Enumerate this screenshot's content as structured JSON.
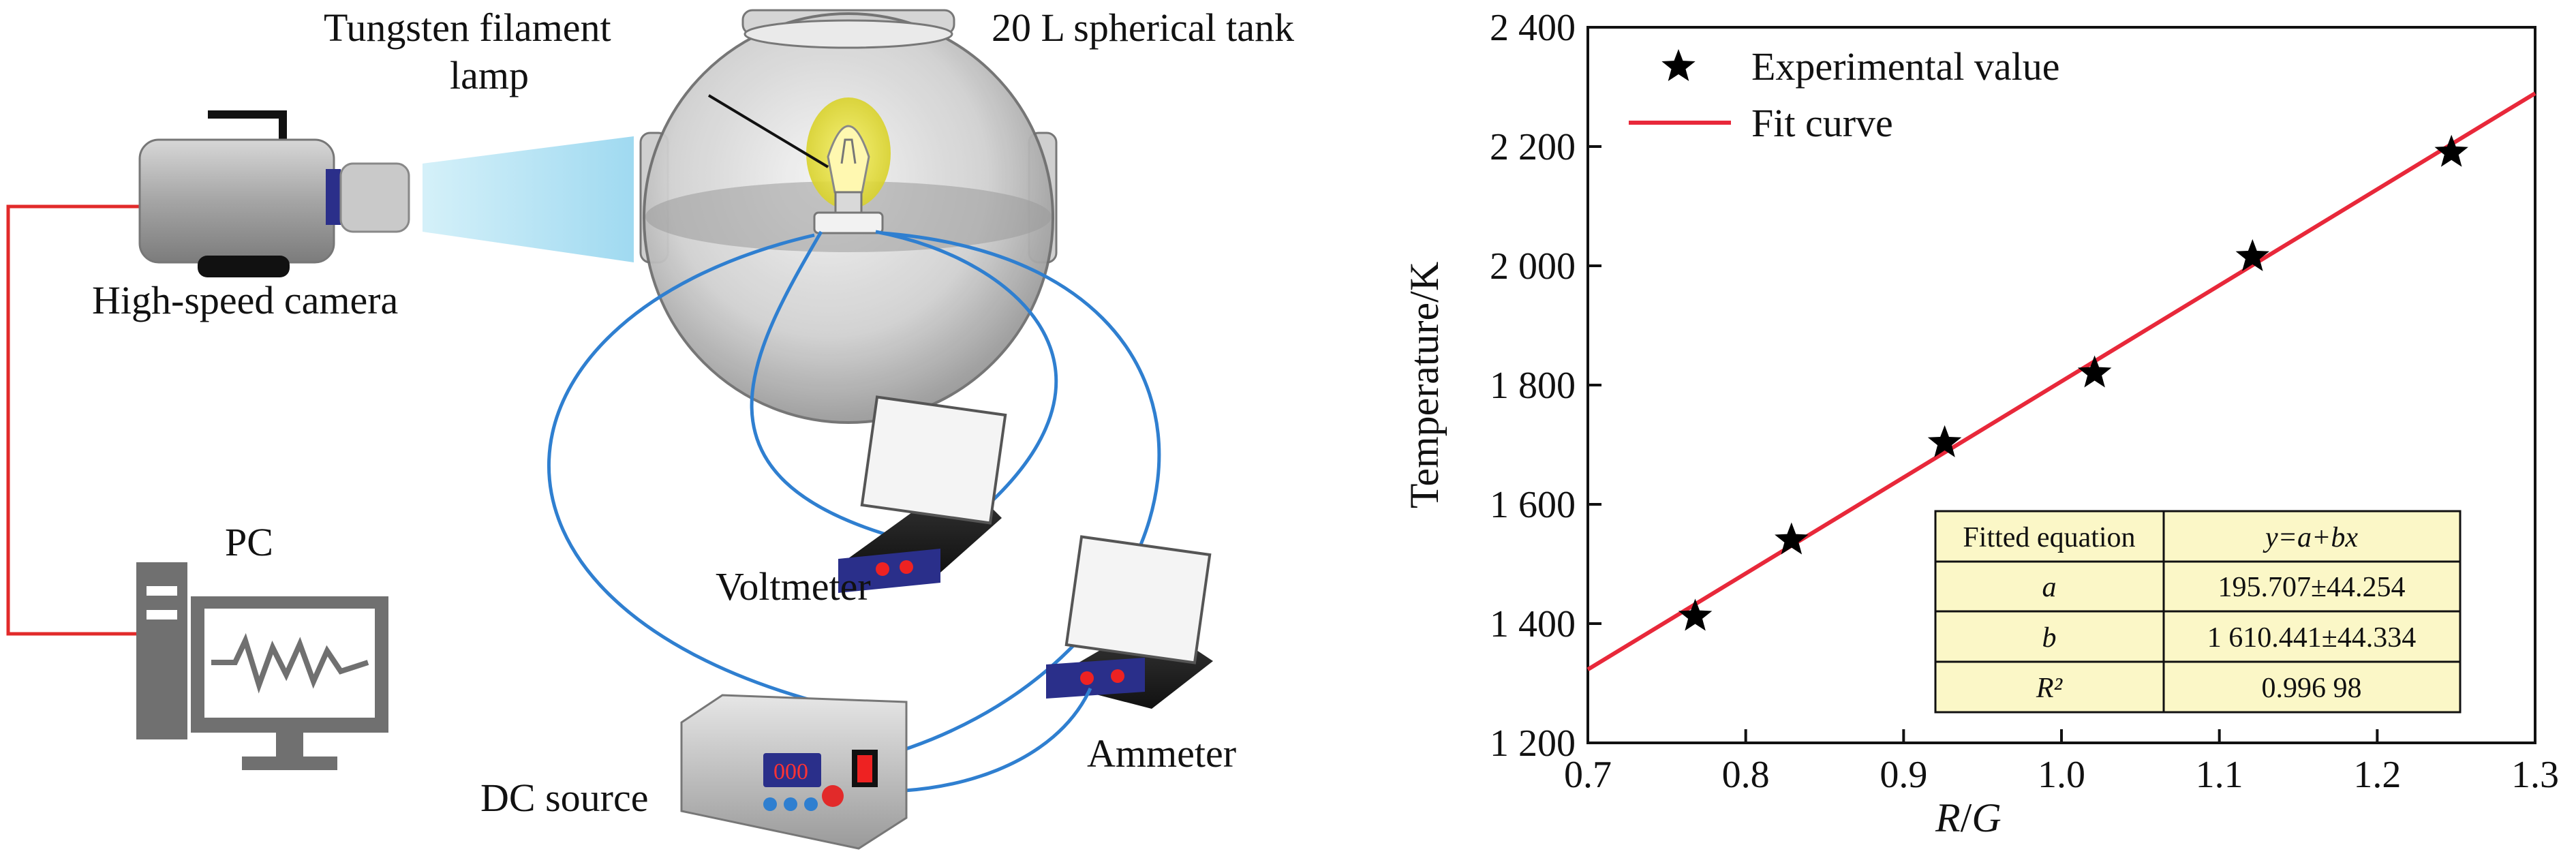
{
  "diagram": {
    "labels": {
      "lamp": "Tungsten filament",
      "lamp2": "lamp",
      "tank": "20 L spherical tank",
      "camera": "High-speed camera",
      "pc": "PC",
      "voltmeter": "Voltmeter",
      "ammeter": "Ammeter",
      "dc_source": "DC source",
      "dc_display": "000"
    },
    "colors": {
      "wire_blue": "#2f7fd0",
      "wire_red": "#e22a2a",
      "tank_gray": "#c8c8c8",
      "bulb_yellow": "#e8e43a",
      "beam_cyan": "#a8e0f0"
    }
  },
  "chart_data": {
    "type": "scatter",
    "xlabel_italic_1": "R",
    "xlabel_sep": "/",
    "xlabel_italic_2": "G",
    "ylabel": "Temperature/K",
    "xlim": [
      0.7,
      1.3
    ],
    "ylim": [
      1200,
      2400
    ],
    "x_ticks": [
      0.7,
      0.8,
      0.9,
      1.0,
      1.1,
      1.2,
      1.3
    ],
    "x_tick_labels": [
      "0.7",
      "0.8",
      "0.9",
      "1.0",
      "1.1",
      "1.2",
      "1.3"
    ],
    "y_ticks": [
      1200,
      1400,
      1600,
      1800,
      2000,
      2200,
      2400
    ],
    "y_tick_labels": [
      "1 200",
      "1 400",
      "1 600",
      "1 800",
      "2 000",
      "2 200",
      "2 400"
    ],
    "legend": {
      "placement": "top-left",
      "entries": [
        {
          "name": "Experimental value",
          "marker": "star"
        },
        {
          "name": "Fit curve",
          "marker": "line"
        }
      ]
    },
    "series": [
      {
        "name": "Experimental value",
        "x": [
          0.768,
          0.829,
          0.926,
          1.021,
          1.121,
          1.247
        ],
        "y": [
          1412,
          1540,
          1703,
          1820,
          2015,
          2190
        ],
        "color": "#000000"
      },
      {
        "name": "Fit curve",
        "fit": {
          "a": 195.707,
          "b": 1610.441
        },
        "x_range": [
          0.7,
          1.3
        ],
        "color": "#e8283a"
      }
    ],
    "table": {
      "rows": [
        [
          "Fitted equation",
          "y=a+bx"
        ],
        [
          "a",
          "195.707±44.254"
        ],
        [
          "b",
          "1 610.441±44.334"
        ],
        [
          "R²",
          "0.996 98"
        ]
      ],
      "fill": "#fbf7c7"
    }
  }
}
